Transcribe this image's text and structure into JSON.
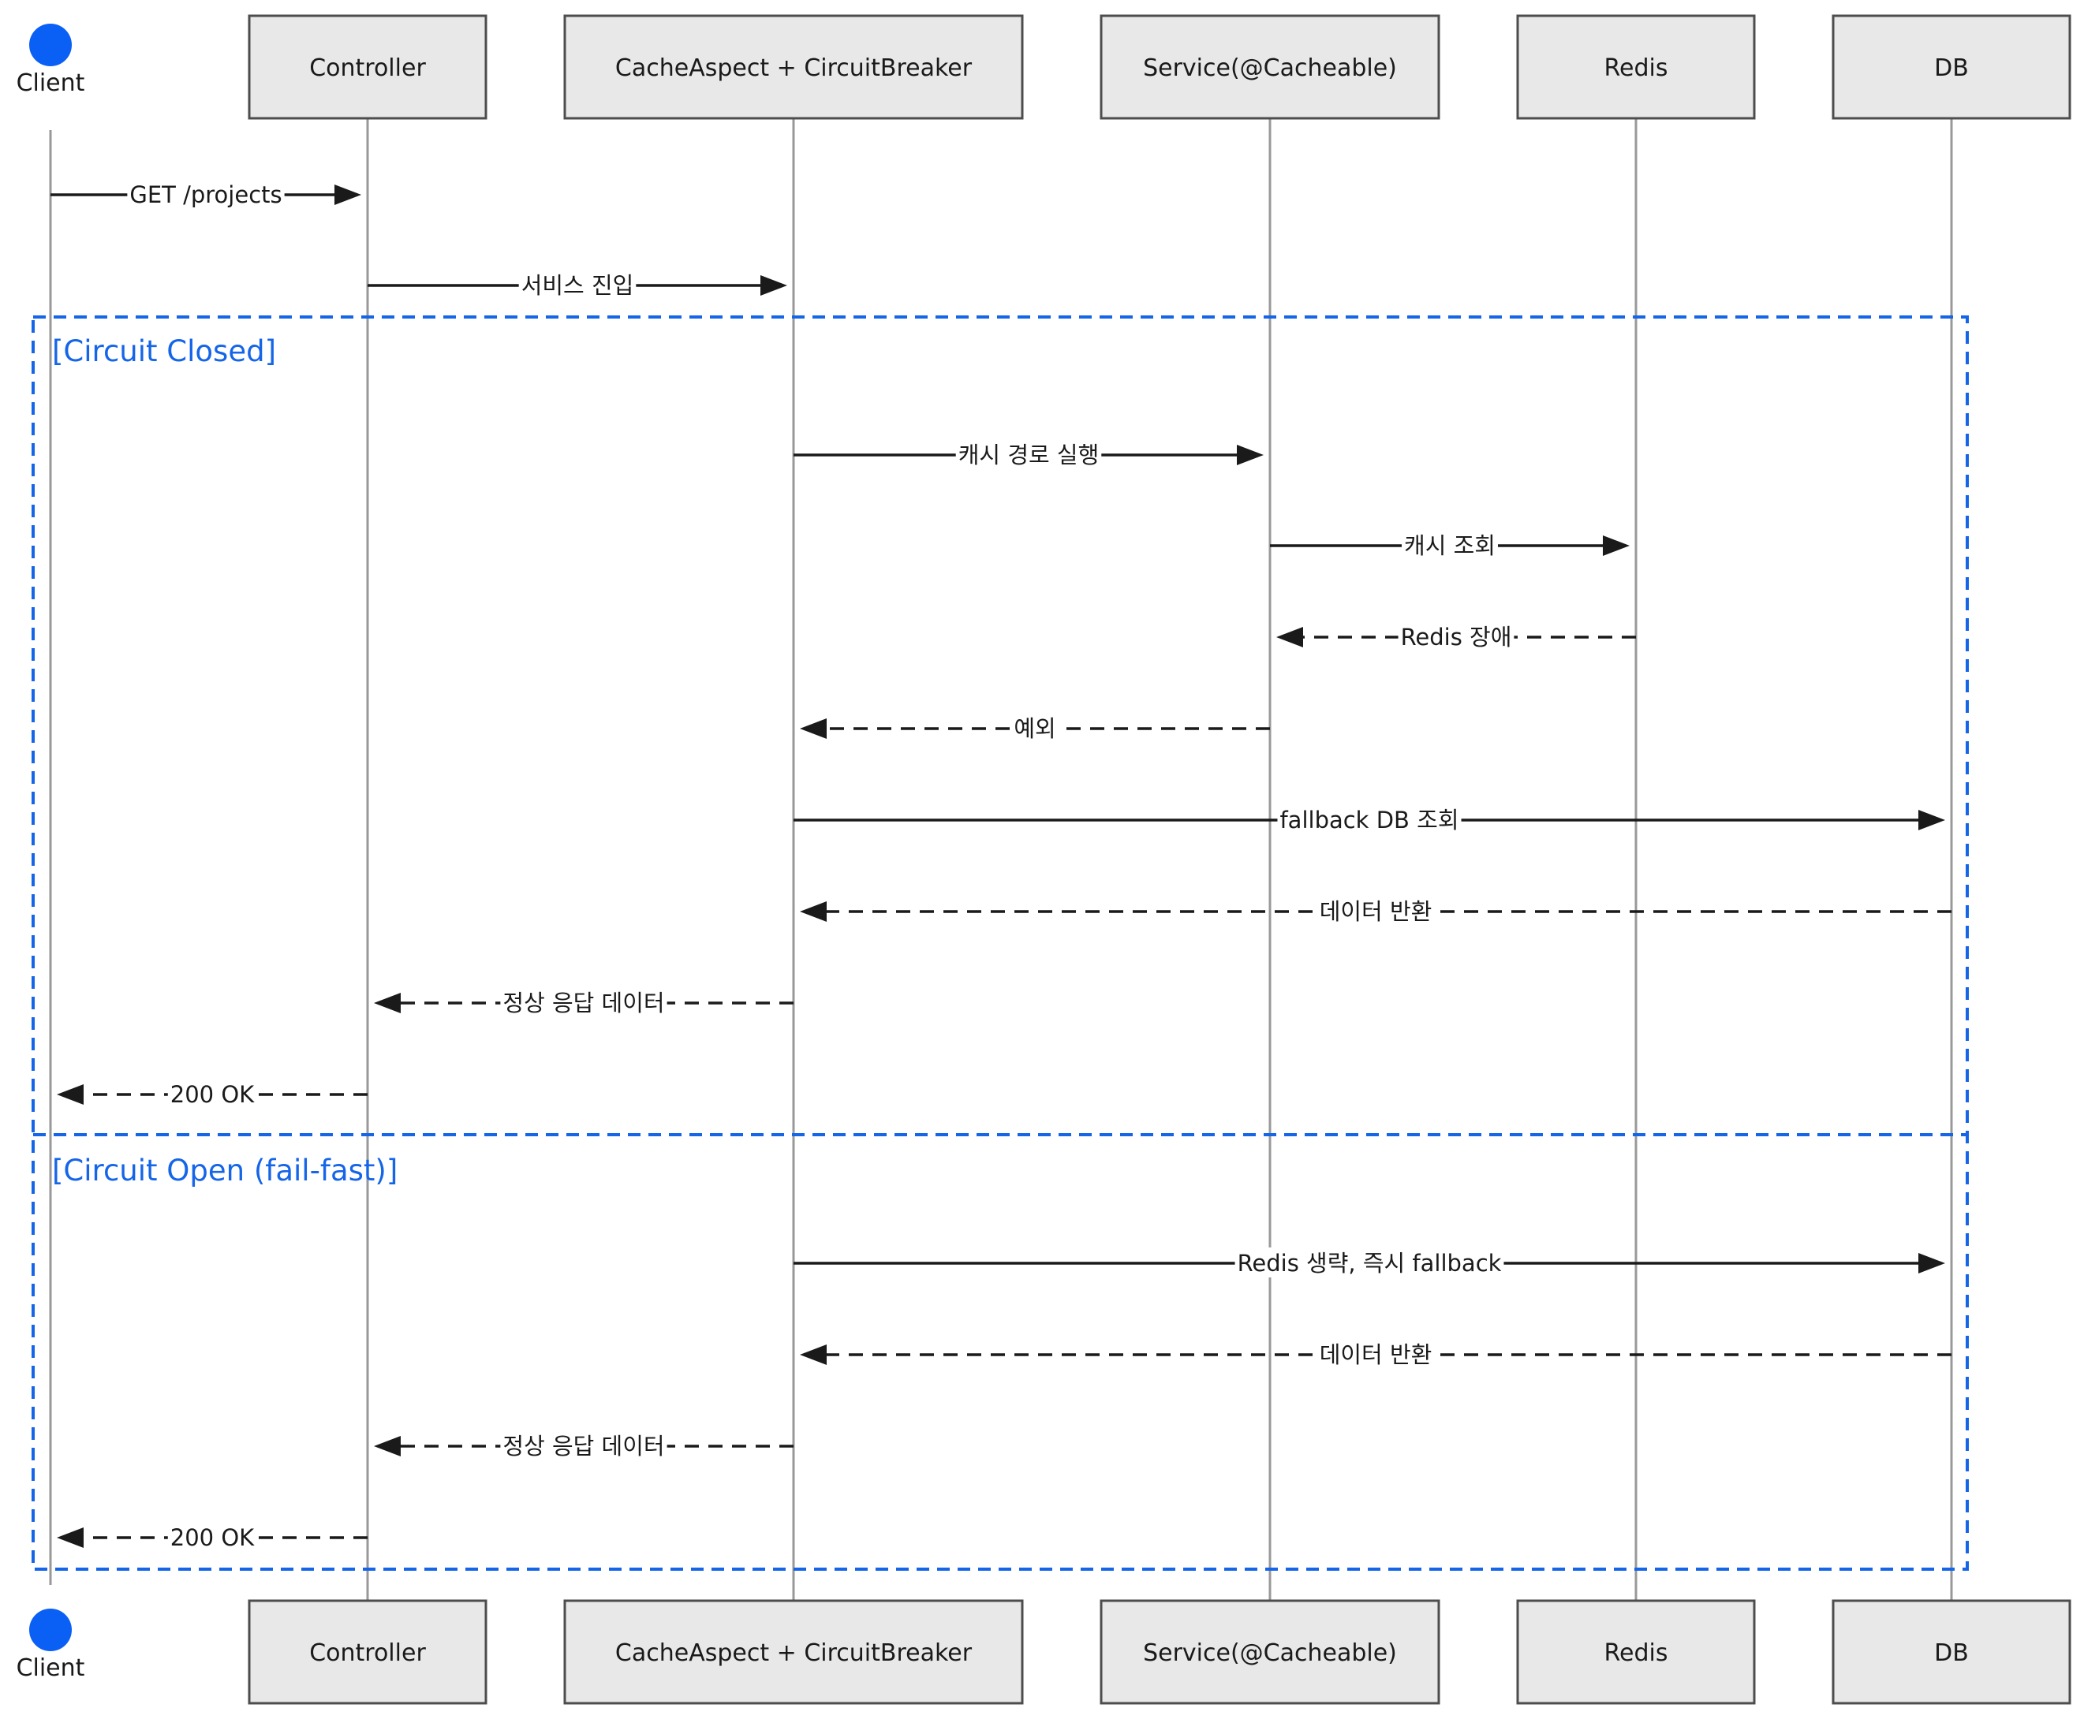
{
  "colors": {
    "actor": "#0a5ff5",
    "fragment": "#1565e8",
    "box_fill": "#e8e8e8",
    "box_stroke": "#4d4d4d",
    "lifeline": "#999999",
    "arrow": "#1a1a1a"
  },
  "participants": [
    {
      "id": "client",
      "label": "Client",
      "kind": "actor"
    },
    {
      "id": "controller",
      "label": "Controller",
      "kind": "box"
    },
    {
      "id": "cacheaspect",
      "label": "CacheAspect + CircuitBreaker",
      "kind": "box"
    },
    {
      "id": "service",
      "label": "Service(@Cacheable)",
      "kind": "box"
    },
    {
      "id": "redis",
      "label": "Redis",
      "kind": "box"
    },
    {
      "id": "db",
      "label": "DB",
      "kind": "box"
    }
  ],
  "messages": [
    {
      "from": "client",
      "to": "controller",
      "label": "GET /projects",
      "style": "solid"
    },
    {
      "from": "controller",
      "to": "cacheaspect",
      "label": "서비스 진입",
      "style": "solid"
    },
    {
      "from": "cacheaspect",
      "to": "service",
      "label": "캐시 경로 실행",
      "style": "solid"
    },
    {
      "from": "service",
      "to": "redis",
      "label": "캐시 조회",
      "style": "solid"
    },
    {
      "from": "redis",
      "to": "service",
      "label": "Redis 장애",
      "style": "dashed"
    },
    {
      "from": "service",
      "to": "cacheaspect",
      "label": "예외",
      "style": "dashed"
    },
    {
      "from": "cacheaspect",
      "to": "db",
      "label": "fallback DB 조회",
      "style": "solid"
    },
    {
      "from": "db",
      "to": "cacheaspect",
      "label": "데이터 반환",
      "style": "dashed"
    },
    {
      "from": "cacheaspect",
      "to": "controller",
      "label": "정상 응답 데이터",
      "style": "dashed"
    },
    {
      "from": "controller",
      "to": "client",
      "label": "200 OK",
      "style": "dashed"
    },
    {
      "from": "cacheaspect",
      "to": "db",
      "label": "Redis 생략, 즉시 fallback",
      "style": "solid"
    },
    {
      "from": "db",
      "to": "cacheaspect",
      "label": "데이터 반환",
      "style": "dashed"
    },
    {
      "from": "cacheaspect",
      "to": "controller",
      "label": "정상 응답 데이터",
      "style": "dashed"
    },
    {
      "from": "controller",
      "to": "client",
      "label": "200 OK",
      "style": "dashed"
    }
  ],
  "fragment": {
    "sections": [
      {
        "label": "[Circuit Closed]"
      },
      {
        "label": "[Circuit Open (fail-fast)]"
      }
    ]
  }
}
